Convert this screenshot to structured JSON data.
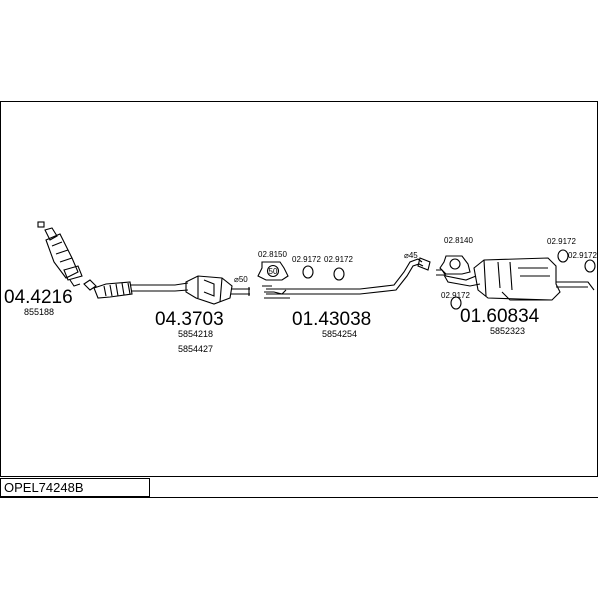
{
  "vehicle_code": "OPEL74248B",
  "parts": [
    {
      "part_number": "04.4216",
      "oe_refs": [
        "855188"
      ]
    },
    {
      "part_number": "04.3703",
      "oe_refs": [
        "5854218",
        "5854427"
      ]
    },
    {
      "part_number": "01.43038",
      "oe_refs": [
        "5854254"
      ]
    },
    {
      "part_number": "01.60834",
      "oe_refs": [
        "5852323"
      ]
    }
  ],
  "accessories": [
    {
      "code": "02.8150",
      "badge": "50"
    },
    {
      "code": "02.9172"
    },
    {
      "code": "02.9172"
    },
    {
      "code": "02.8140"
    },
    {
      "code": "02.9172"
    },
    {
      "code": "02.9172"
    },
    {
      "code": "02.9172"
    }
  ],
  "diameters": [
    "⌀50",
    "⌀45"
  ]
}
